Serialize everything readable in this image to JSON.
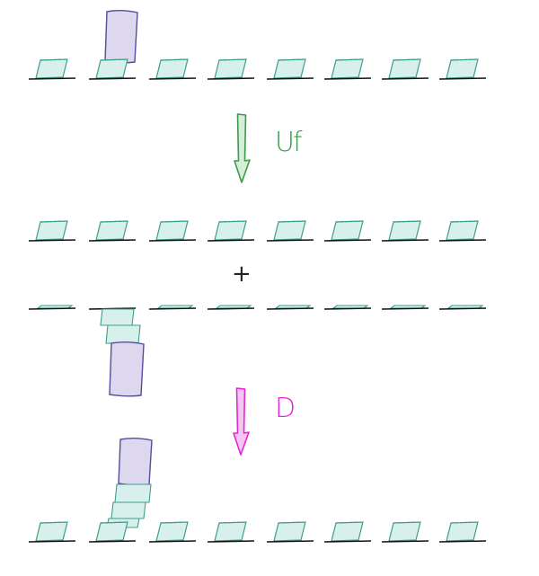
{
  "diagram": {
    "colors": {
      "cell_fill": "#d8f0ec",
      "cell_stroke": "#3d9e8c",
      "block_fill": "#ddd8ee",
      "block_stroke": "#5a4a9c",
      "base_line": "#111111",
      "arrow1_fill": "#d4eed8",
      "arrow1_stroke": "#3c9a4c",
      "arrow2_fill": "#f6c6f2",
      "arrow2_stroke": "#e028d4",
      "label1": "#3c9a4c",
      "label2": "#e028d4",
      "plus": "#222222"
    },
    "row_cell_count": 8,
    "arrow1_label": "Uf",
    "plus_sign": "+",
    "arrow2_label": "D"
  }
}
